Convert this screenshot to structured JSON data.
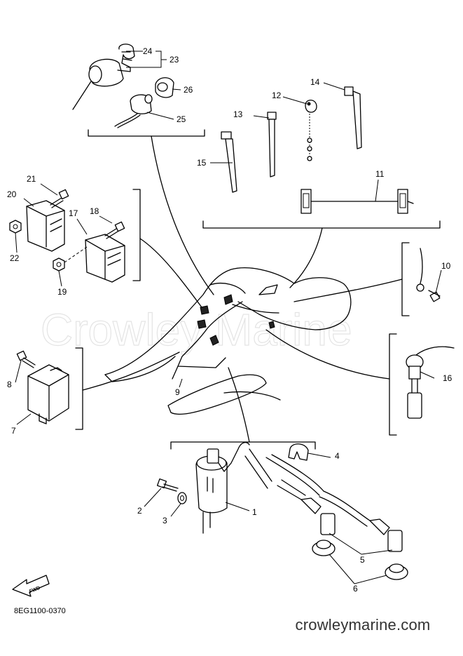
{
  "watermark": "Crowley Marine",
  "site_url": "crowleymarine.com",
  "diagram_code": "8EG1100-0370",
  "fwd_label": "FWD",
  "callouts": {
    "c1": "1",
    "c2": "2",
    "c3": "3",
    "c4": "4",
    "c5": "5",
    "c6": "6",
    "c7": "7",
    "c8": "8",
    "c9": "9",
    "c10": "10",
    "c11": "11",
    "c12": "12",
    "c13": "13",
    "c14": "14",
    "c15": "15",
    "c16": "16",
    "c17": "17",
    "c18": "18",
    "c19": "19",
    "c20": "20",
    "c21": "21",
    "c22": "22",
    "c23": "23",
    "c24": "24",
    "c25": "25",
    "c26": "26"
  }
}
